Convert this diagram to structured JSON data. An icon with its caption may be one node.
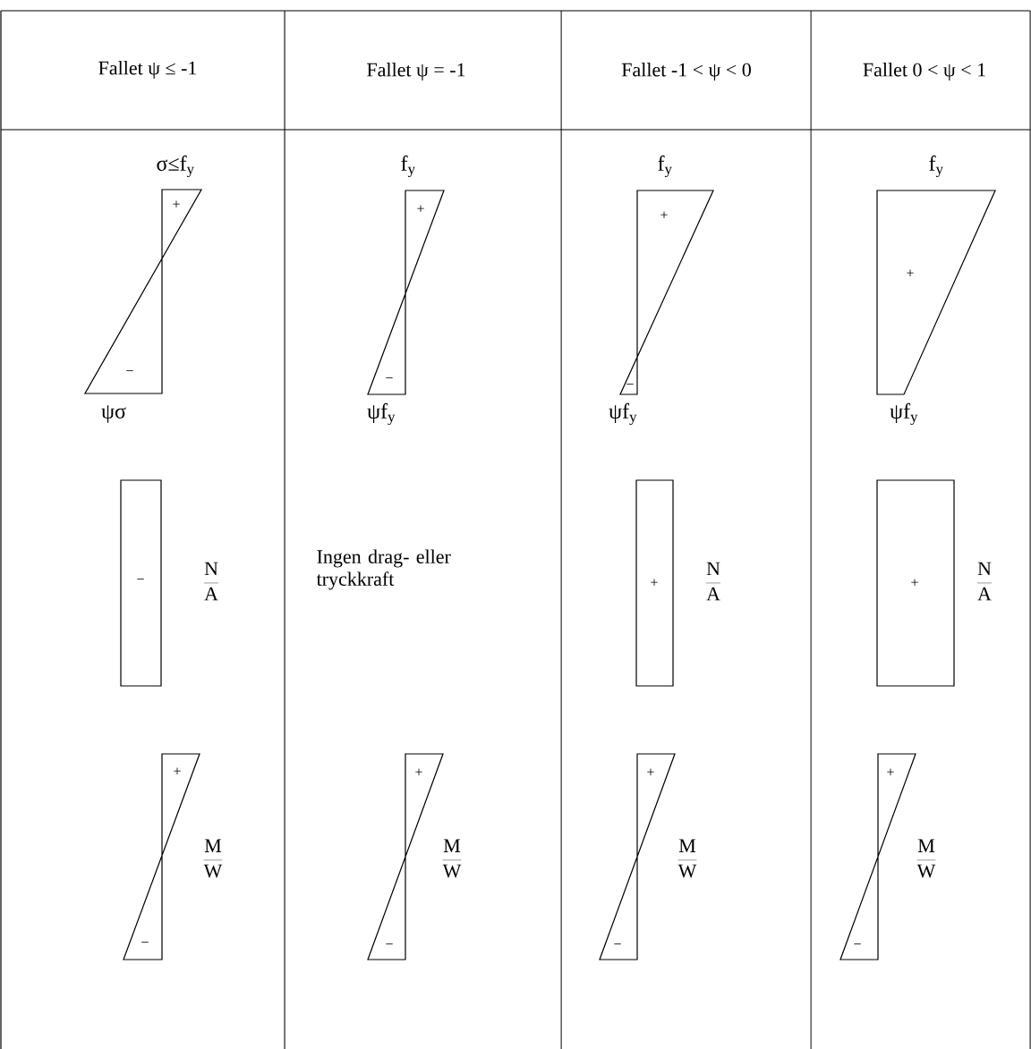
{
  "diagram": {
    "labels": [
      "Fallet ψ ≤ -1",
      "Fallet ψ = -1",
      "Fallet -1 < ψ < 0",
      "Fallet 0 < ψ < 1",
      "σ≤f$_{y}$",
      "+",
      "−",
      "ψσ",
      "f$_{y}$",
      "+",
      "−",
      "ψf$_{y}$",
      "f$_{y}$",
      "+",
      "−",
      "ψf$_{y}$",
      "f$_{y}$",
      "+",
      "ψf$_{y}$",
      "−",
      "\\frac{\\mathrm{N}}{\\mathrm{A}}",
      "Ingen drag- eller tryckkraft",
      "+",
      "\\frac{\\mathrm{N}}{\\mathrm{A}}",
      "+",
      "\\frac{\\mathrm{N}}{\\mathrm{A}}",
      "+",
      "−",
      "\\frac{\\mathrm{M}}{\\mathrm{W}}",
      "+",
      "−",
      "\\frac{\\mathrm{M}}{\\mathrm{W}}",
      "+",
      "−",
      "\\frac{\\mathrm{M}}{\\mathrm{W}}",
      "+",
      "−",
      "\\frac{\\mathrm{M}}{\\mathrm{W}}"
    ]
  }
}
